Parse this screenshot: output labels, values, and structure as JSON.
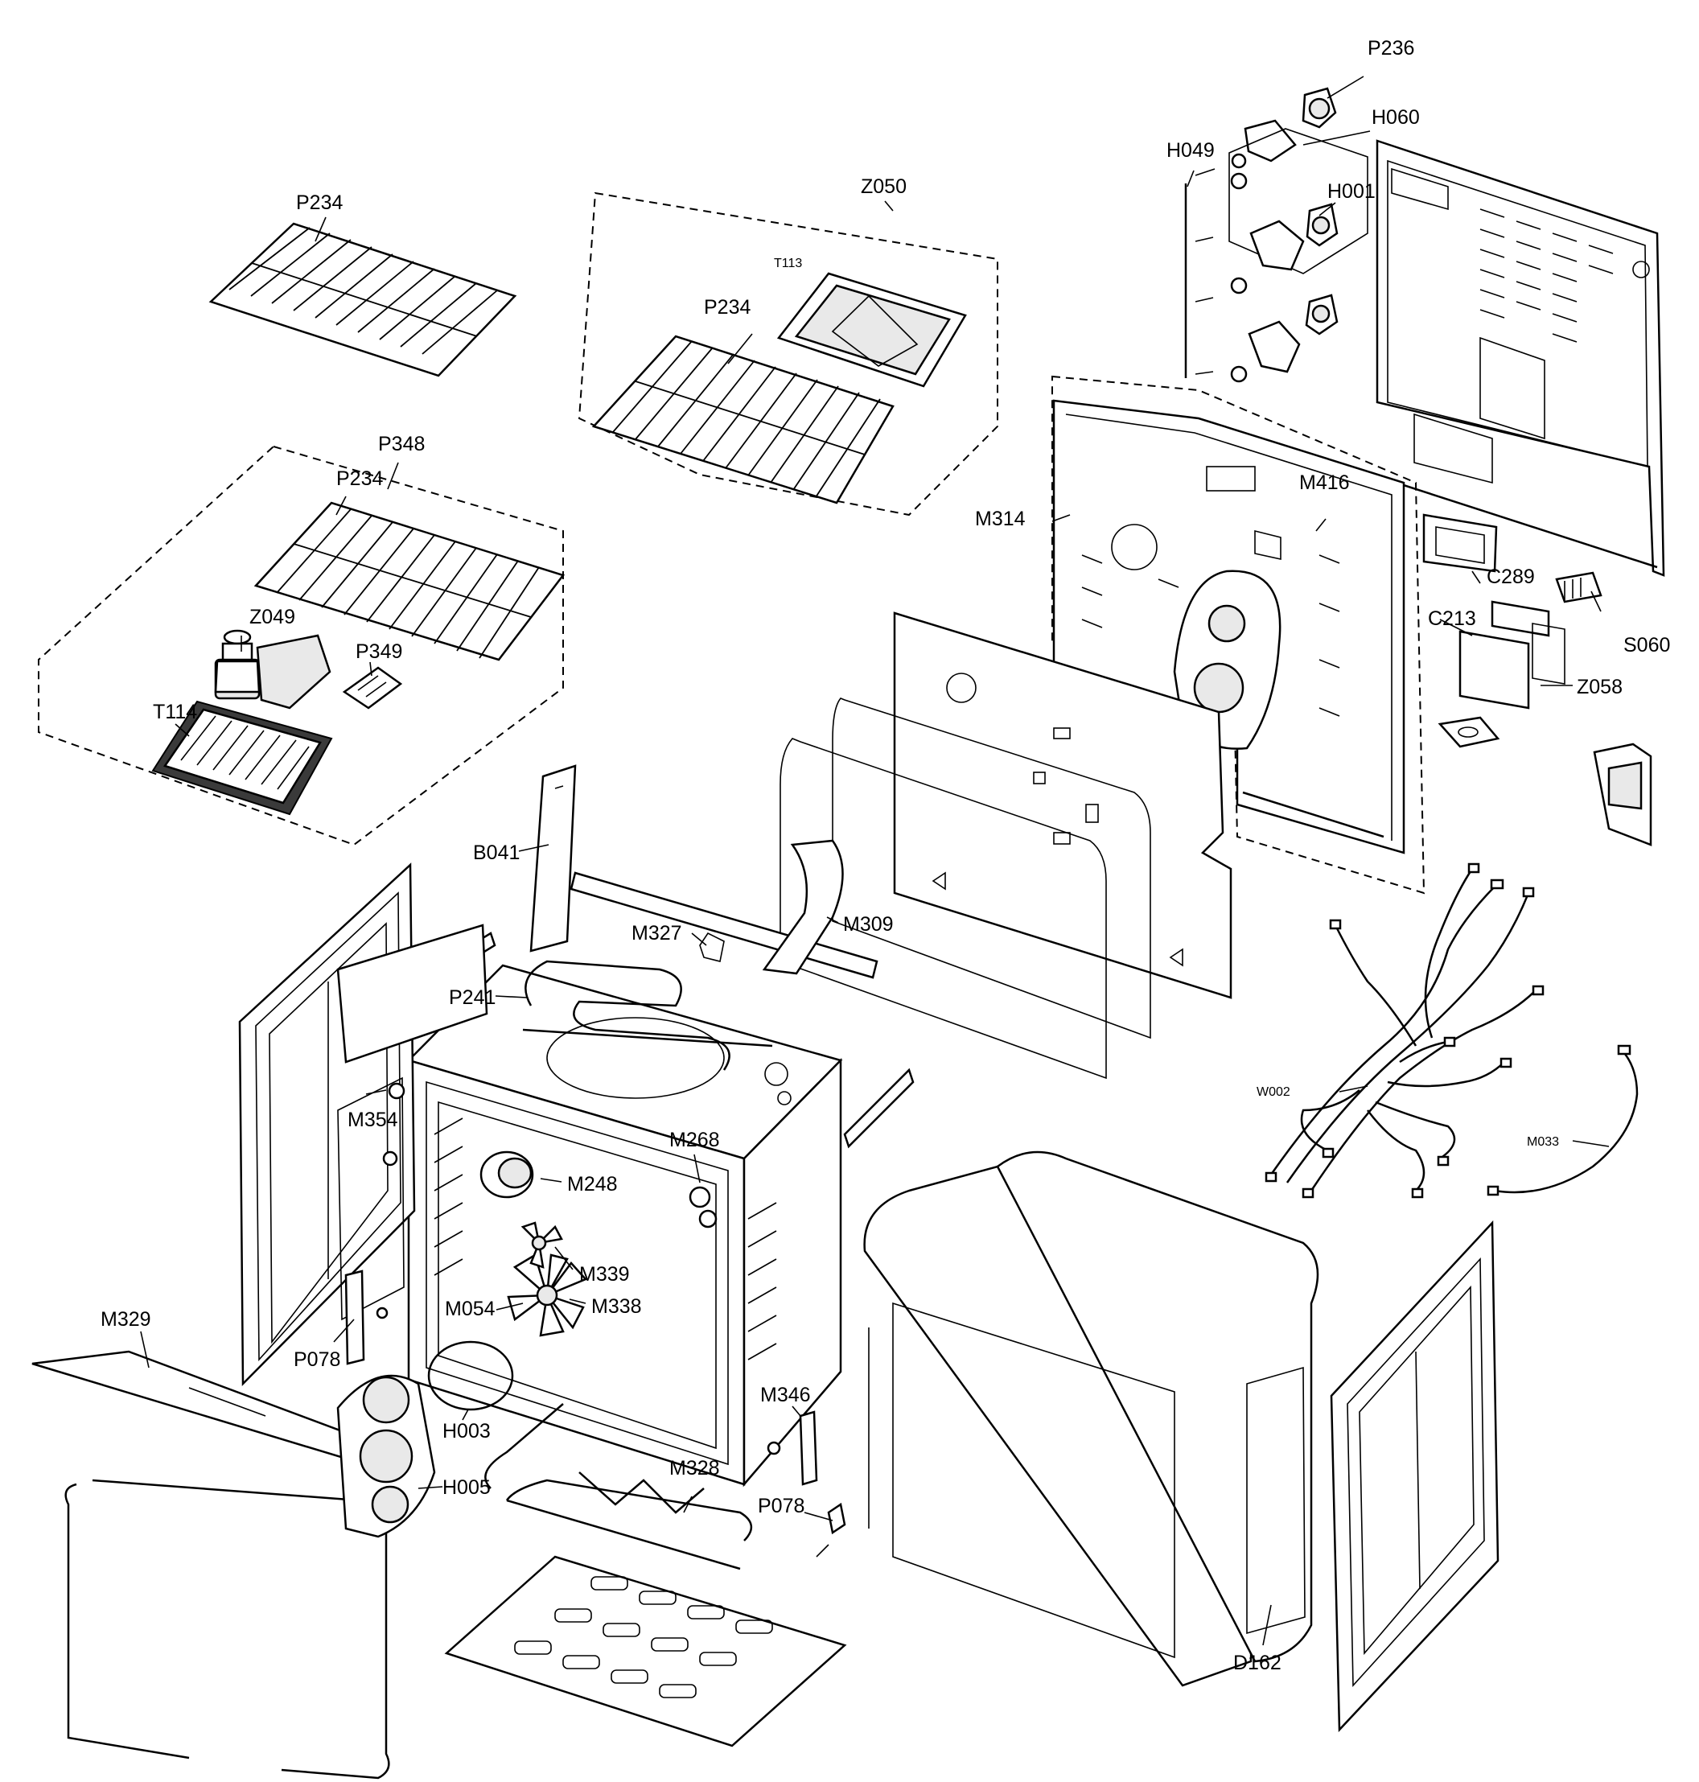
{
  "labels": {
    "p236": "P236",
    "h060": "H060",
    "h049": "H049",
    "h001": "H001",
    "z050": "Z050",
    "p234_top": "P234",
    "t113": "T113",
    "p234_kit": "P234",
    "p348": "P348",
    "p234_lower": "P234",
    "m416": "M416",
    "m314": "M314",
    "c289": "C289",
    "c213": "C213",
    "s060": "S060",
    "z058": "Z058",
    "z049": "Z049",
    "p349": "P349",
    "t114": "T114",
    "b041": "B041",
    "m309": "M309",
    "m327": "M327",
    "p241": "P241",
    "w002": "W002",
    "m033": "M033",
    "m354": "M354",
    "m268": "M268",
    "m248": "M248",
    "m339": "M339",
    "m054": "M054",
    "m338": "M338",
    "m329": "M329",
    "p078_left": "P078",
    "h003": "H003",
    "h005": "H005",
    "m346": "M346",
    "m328": "M328",
    "p078_right": "P078",
    "d162": "D162"
  }
}
